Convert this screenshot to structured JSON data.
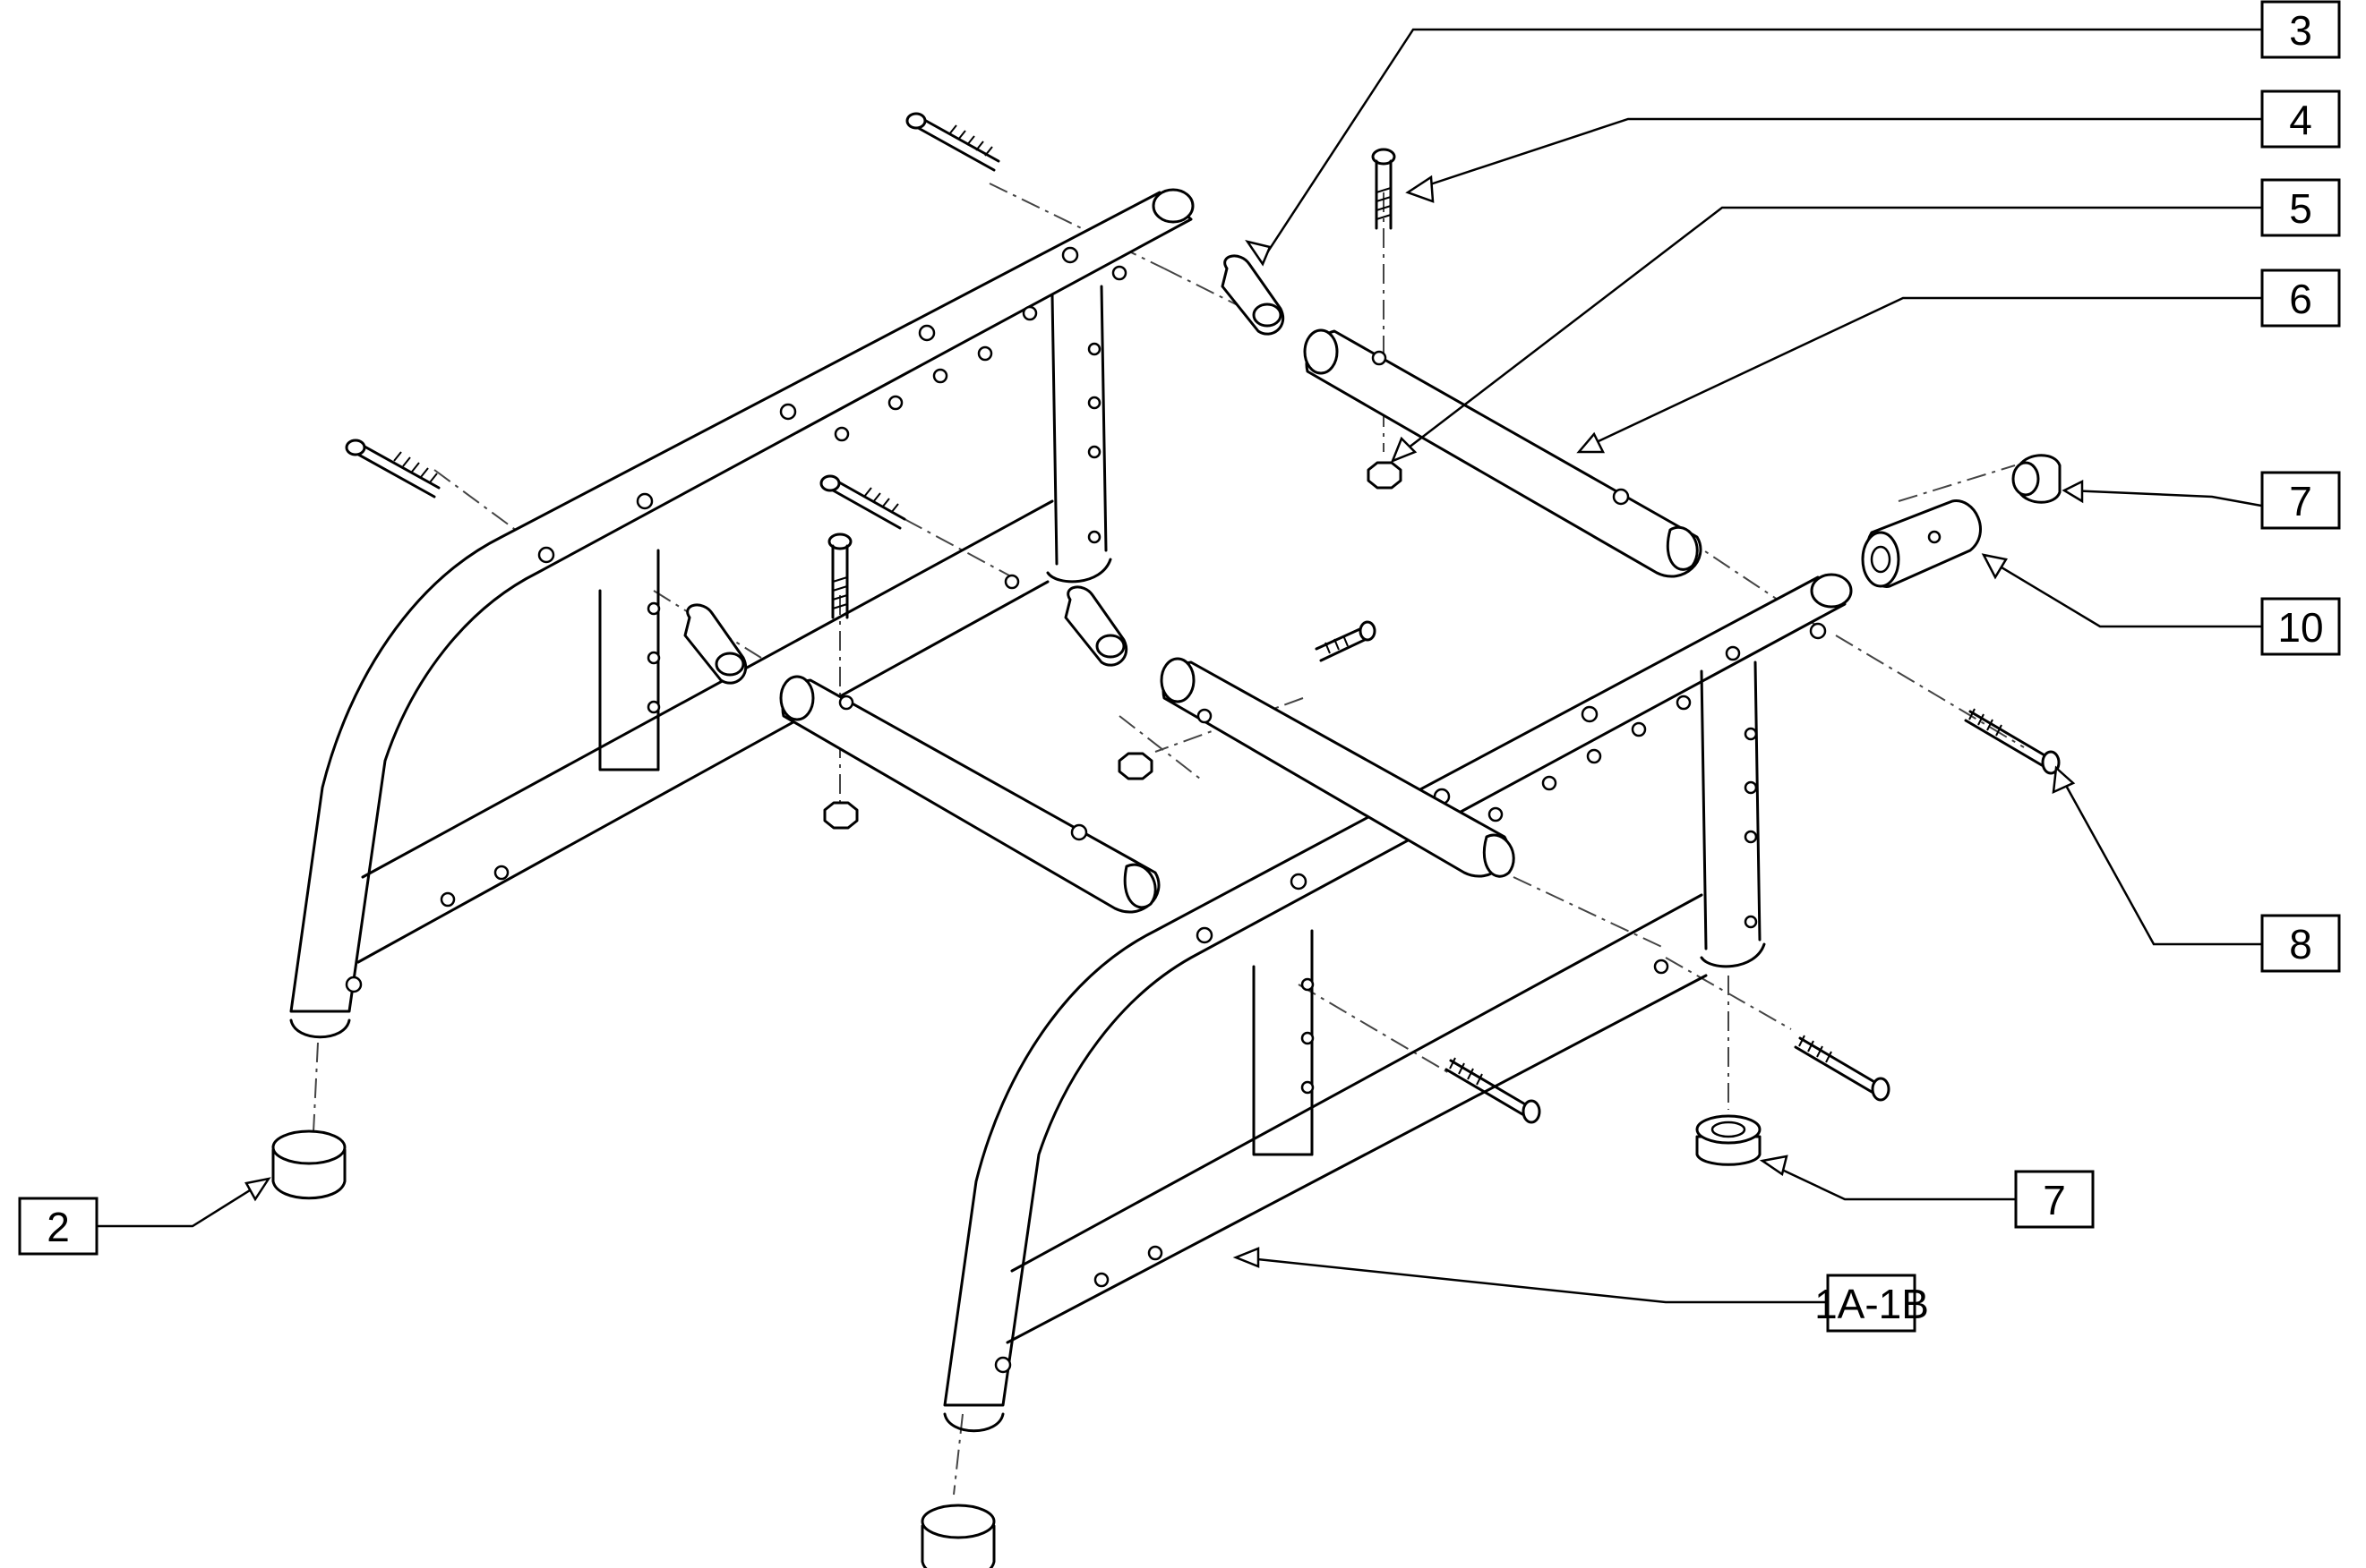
{
  "diagram": {
    "callouts": [
      {
        "id": "c3",
        "label": "3"
      },
      {
        "id": "c4",
        "label": "4"
      },
      {
        "id": "c5",
        "label": "5"
      },
      {
        "id": "c6",
        "label": "6"
      },
      {
        "id": "c7a",
        "label": "7"
      },
      {
        "id": "c10",
        "label": "10"
      },
      {
        "id": "c8",
        "label": "8"
      },
      {
        "id": "c7b",
        "label": "7"
      },
      {
        "id": "c1",
        "label": "1A-1B"
      },
      {
        "id": "c2",
        "label": "2"
      }
    ]
  }
}
